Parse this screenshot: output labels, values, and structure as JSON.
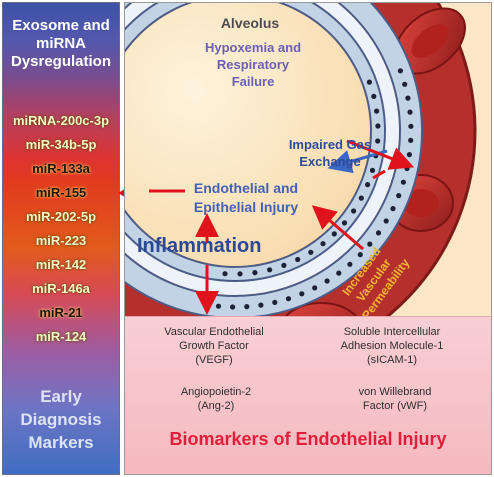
{
  "left_panel": {
    "title_lines": [
      "Exosome and",
      "miRNA",
      "Dysregulation"
    ],
    "mirnas": [
      {
        "label": "miRNA-200c-3p",
        "tone": "light"
      },
      {
        "label": "miR-34b-5p",
        "tone": "light"
      },
      {
        "label": "miR-133a",
        "tone": "dark"
      },
      {
        "label": "miR-155",
        "tone": "dark"
      },
      {
        "label": "miR-202-5p",
        "tone": "light"
      },
      {
        "label": "miR-223",
        "tone": "light"
      },
      {
        "label": "miR-142",
        "tone": "light"
      },
      {
        "label": "miR-146a",
        "tone": "light"
      },
      {
        "label": "miR-21",
        "tone": "dark"
      },
      {
        "label": "miR-124",
        "tone": "light"
      }
    ],
    "footer_lines": [
      "Early",
      "Diagnosis",
      "Markers"
    ]
  },
  "diagram": {
    "alveolus": "Alveolus",
    "hypoxemia_lines": [
      "Hypoxemia and",
      "Respiratory",
      "Failure"
    ],
    "gas_exchange_lines": [
      "Impaired Gas",
      "Exchange"
    ],
    "endothelial_lines": [
      "Endothelial and",
      "Epithelial Injury"
    ],
    "inflammation": "Inflammation",
    "permeability_lines": [
      "Increased",
      "Vascular",
      "Permeability"
    ]
  },
  "biomarkers": {
    "vegf_lines": [
      "Vascular Endothelial",
      "Growth Factor",
      "(VEGF)"
    ],
    "sicam_lines": [
      "Soluble Intercellular",
      "Adhesion Molecule-1",
      "(sICAM-1)"
    ],
    "ang2_lines": [
      "Angiopoietin-2",
      "(Ang-2)"
    ],
    "vwf_lines": [
      "von Willebrand",
      "Factor (vWF)"
    ],
    "title": "Biomarkers of Endothelial Injury"
  },
  "colors": {
    "arrow_red": "#e0121c",
    "arrow_blue": "#3a67c4",
    "vessel_red": "#b8322f",
    "title_red": "#e21f3a"
  }
}
